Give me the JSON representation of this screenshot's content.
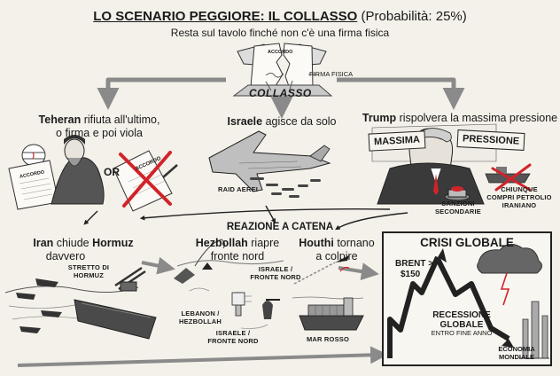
{
  "title": {
    "bold": "LO SCENARIO PEGGIORE: IL COLLASSO",
    "normal": "(Probabilità: 25%)"
  },
  "subtitle": "Resta sul tavolo finché non c'è una firma fisica",
  "top": {
    "paper_label": "ACCORDO",
    "collapse_label": "COLLASSO",
    "signature_label": "FIRMA FISICA"
  },
  "branches": {
    "teheran": {
      "bold": "Teheran",
      "rest": " rifiuta all'ultimo,",
      "line2": "o firma e poi viola",
      "paper1": "ACCORDO",
      "paper2": "ACCORDO",
      "or": "OR"
    },
    "israele": {
      "bold": "Israele",
      "rest": " agisce da solo",
      "caption": "RAID AEREI"
    },
    "trump": {
      "bold": "Trump",
      "rest": " rispolvera la massima pressione",
      "banner_left": "MASSIMA",
      "banner_right": "PRESSIONE",
      "caption1": "SANZIONI",
      "caption2": "SECONDARIE",
      "ship1": "CHIUNQUE",
      "ship2": "COMPRI PETROLIO",
      "ship3": "IRANIANO"
    }
  },
  "chain": {
    "label": "REAZIONE A CATENA",
    "iran": {
      "bold": "Iran",
      "mid": " chiude ",
      "bold2": "Hormuz",
      "line2": "davvero",
      "strait1": "STRETTO DI",
      "strait2": "HORMUZ"
    },
    "hezbollah": {
      "bold": "Hezbollah",
      "rest": " riapre",
      "line2": "fronte nord",
      "isr1": "ISRAELE /",
      "isr2": "FRONTE NORD",
      "leb1": "LEBANON /",
      "leb2": "HEZBOLLAH",
      "isr3": "ISRAELE /",
      "isr4": "FRONTE NORD"
    },
    "houthi": {
      "bold": "Houthi",
      "rest": " tornano",
      "line2": "a colpire",
      "sea": "MAR ROSSO"
    }
  },
  "crisis": {
    "title": "CRISI GLOBALE",
    "brent1": "BRENT >",
    "brent2": "$150",
    "rec1": "RECESSIONE",
    "rec2": "GLOBALE",
    "rec3": "ENTRO FINE ANNO",
    "eco1": "ECONOMIA",
    "eco2": "MONDIALE"
  },
  "colors": {
    "ink": "#1a1a1a",
    "paper": "#f4f1ea",
    "red": "#d2232a",
    "grey": "#7a7a7a"
  }
}
